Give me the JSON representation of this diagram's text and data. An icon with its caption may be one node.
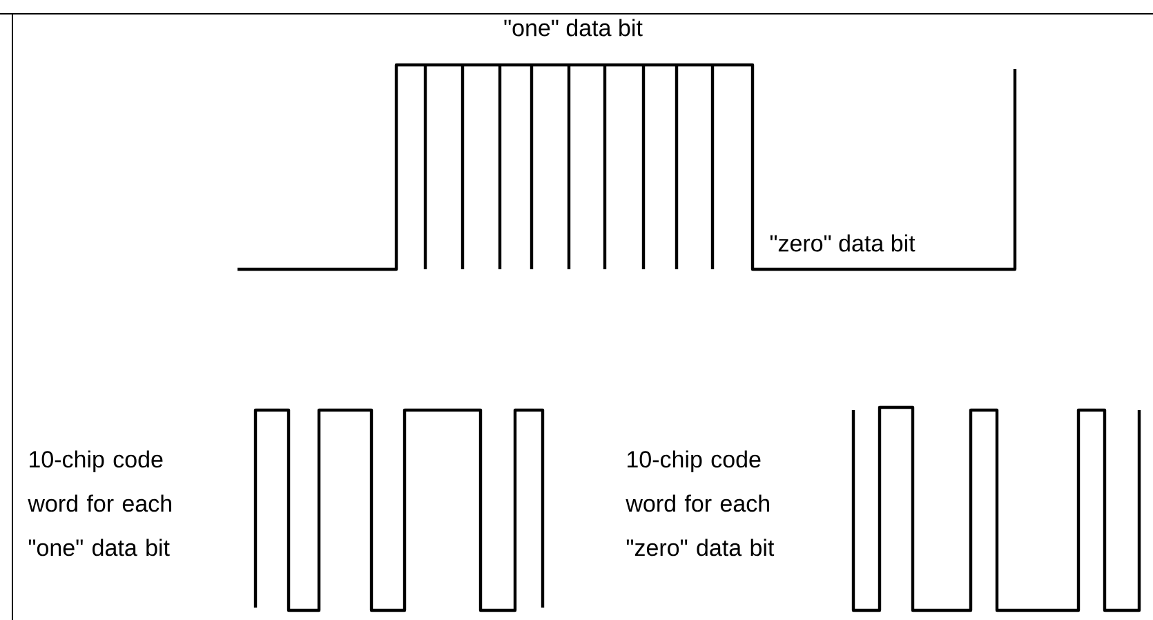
{
  "diagram": {
    "labels": [
      "\"one\" data bit",
      "\"zero\" data bit",
      "10-chip code word for each \"one\" data bit",
      "10-chip code word for each \"zero\" data bit"
    ]
  }
}
